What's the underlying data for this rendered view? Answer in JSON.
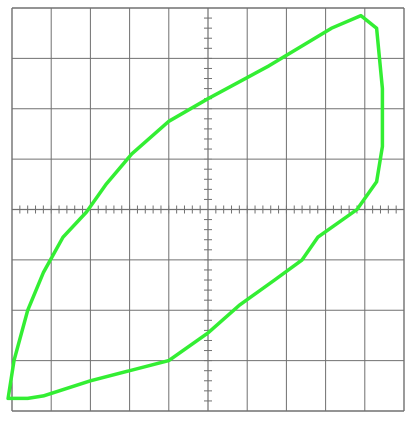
{
  "chart_data": {
    "type": "line",
    "title": "",
    "xlabel": "",
    "ylabel": "",
    "xlim": [
      -5,
      5
    ],
    "ylim": [
      -4,
      4
    ],
    "grid": true,
    "x_divisions": 10,
    "y_divisions": 8,
    "minor_ticks_per_division": 5,
    "colors": {
      "trace": "#33ee33",
      "grid": "#707070",
      "background": "#ffffff"
    },
    "series": [
      {
        "closed": true,
        "x": [
          -4.6,
          -4.2,
          -3.0,
          -1.0,
          0.0,
          0.8,
          1.7,
          2.4,
          2.8,
          3.8,
          4.3,
          4.45,
          4.45,
          4.3,
          3.9,
          3.15,
          2.3,
          1.55,
          0.0,
          -1.0,
          -1.95,
          -2.6,
          -3.1,
          -3.7,
          -4.2,
          -4.6,
          -4.95,
          -5.1
        ],
        "y": [
          -3.75,
          -3.7,
          -3.4,
          -3.0,
          -2.45,
          -1.9,
          -1.4,
          -1.0,
          -0.55,
          0.0,
          0.55,
          1.25,
          2.4,
          3.6,
          3.85,
          3.6,
          3.2,
          2.85,
          2.2,
          1.75,
          1.1,
          0.5,
          -0.05,
          -0.55,
          -1.25,
          -2.0,
          -3.0,
          -3.75
        ]
      }
    ]
  }
}
